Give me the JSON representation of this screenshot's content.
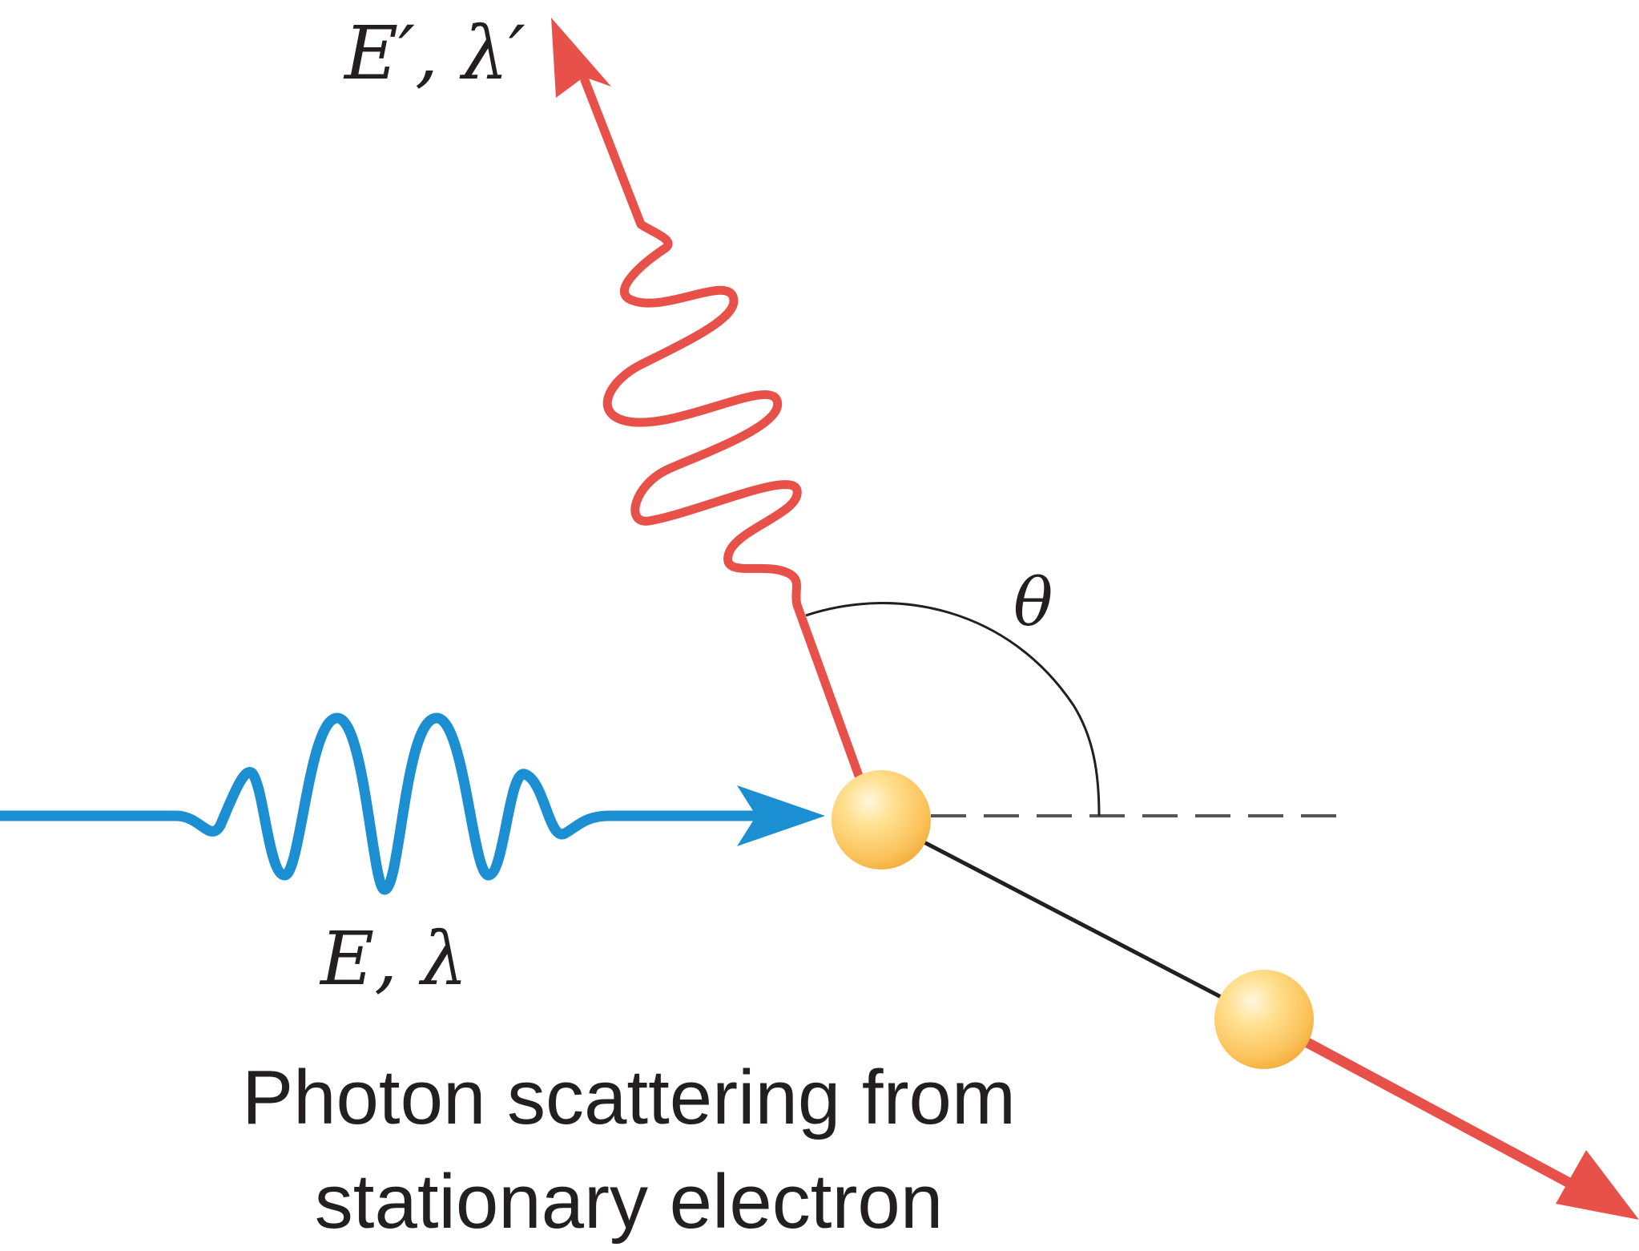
{
  "labels": {
    "scattered_photon": "E′, λ′",
    "incident_photon": "E, λ",
    "angle": "θ"
  },
  "caption": {
    "line1": "Photon scattering from",
    "line2": "stationary electron"
  },
  "colors": {
    "incident_photon": "#1b8fd2",
    "scattered_photon": "#e8514a",
    "electron_fill": "#fbc25a",
    "electron_highlight": "#fff6dc",
    "line": "#231f20",
    "dashed_reference": "#555555"
  },
  "icons": {
    "electron": "electron-sphere",
    "incident_arrow": "blue-arrowhead",
    "scattered_arrow": "red-arrowhead"
  }
}
